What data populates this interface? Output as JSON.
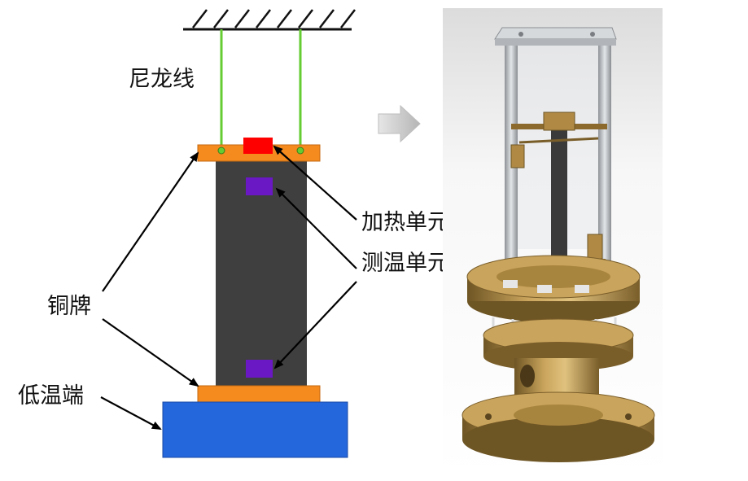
{
  "labels": {
    "nylon_line": "尼龙线",
    "heating_unit": "加热单元",
    "temp_sensing_unit": "测温单元",
    "copper_plate": "铜牌",
    "cold_end": "低温端"
  },
  "colors": {
    "ceiling": "#111111",
    "nylon_line": "#66cc33",
    "copper_plate": "#f58a1f",
    "sample_bar": "#3f3f3f",
    "heater": "#ff0000",
    "sensor": "#6a17c4",
    "cold_end": "#2466dc",
    "arrow": "#c8c8c8",
    "brass": "#b08a45",
    "steel": "#b8bcc0"
  },
  "icons": {
    "transition": "right-arrow-icon"
  }
}
